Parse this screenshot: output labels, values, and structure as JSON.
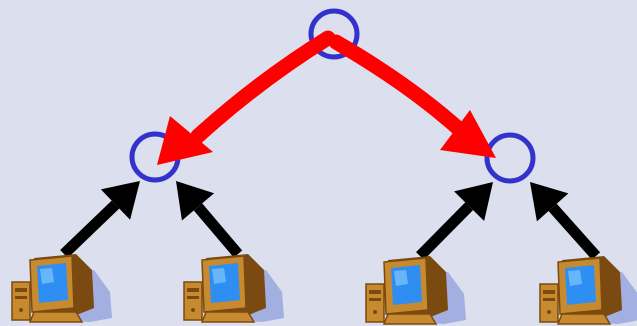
{
  "colors": {
    "background": "#dcdfed",
    "node_stroke": "#3333cc",
    "node_fill": "#dcdfed",
    "down_arrow": "#ff0000",
    "up_arrow": "#000000",
    "monitor_body": "#c88a2e",
    "monitor_dark": "#7a4a10",
    "screen": "#2f8ef2",
    "screen_glow": "#8fd0ff",
    "shadow": "#a3afe0"
  },
  "diagram": {
    "nodes": [
      {
        "id": "root-node",
        "icon": "circle-node"
      },
      {
        "id": "left-node",
        "icon": "circle-node"
      },
      {
        "id": "right-node",
        "icon": "circle-node"
      }
    ],
    "computers": [
      {
        "id": "computer-1",
        "icon": "desktop-computer-icon"
      },
      {
        "id": "computer-2",
        "icon": "desktop-computer-icon"
      },
      {
        "id": "computer-3",
        "icon": "desktop-computer-icon"
      },
      {
        "id": "computer-4",
        "icon": "desktop-computer-icon"
      }
    ],
    "edges": [
      {
        "from": "root-node",
        "to": "left-node",
        "style": "red-curved-arrow"
      },
      {
        "from": "root-node",
        "to": "right-node",
        "style": "red-curved-arrow"
      },
      {
        "from": "computer-1",
        "to": "left-node",
        "style": "black-arrow"
      },
      {
        "from": "computer-2",
        "to": "left-node",
        "style": "black-arrow"
      },
      {
        "from": "computer-3",
        "to": "right-node",
        "style": "black-arrow"
      },
      {
        "from": "computer-4",
        "to": "right-node",
        "style": "black-arrow"
      }
    ]
  }
}
